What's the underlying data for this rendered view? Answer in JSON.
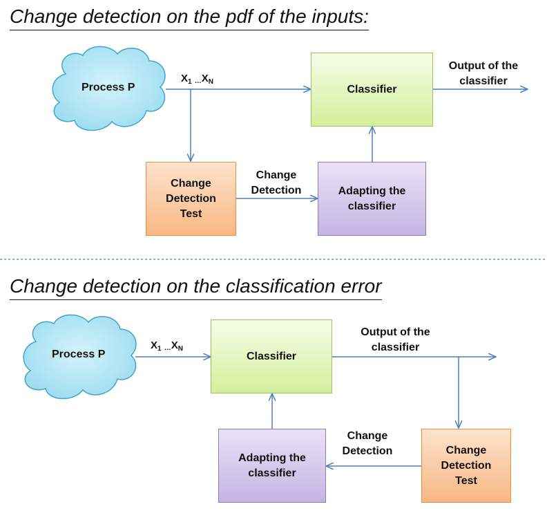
{
  "top": {
    "heading": "Change detection on the pdf of the inputs:",
    "process_label": "Process P",
    "input": {
      "x": "X",
      "sub1": "1",
      "dots": "…",
      "sub2": "N"
    },
    "classifier": "Classifier",
    "output_label": [
      "Output of the",
      "classifier"
    ],
    "cdt": [
      "Change",
      "Detection",
      "Test"
    ],
    "arrow_label": [
      "Change",
      "Detection"
    ],
    "adapting": [
      "Adapting the",
      "classifier"
    ]
  },
  "bottom": {
    "heading": "Change detection on the classification error",
    "process_label": "Process P",
    "input": {
      "x": "X",
      "sub1": "1",
      "dots": "…",
      "sub2": "N"
    },
    "classifier": "Classifier",
    "output_label": [
      "Output of the",
      "classifier"
    ],
    "cdt": [
      "Change",
      "Detection",
      "Test"
    ],
    "arrow_label": [
      "Change",
      "Detection"
    ],
    "adapting": [
      "Adapting the",
      "classifier"
    ]
  },
  "colors": {
    "arrow": "#4a7ebb",
    "divider": "#4a7ebb",
    "cloud_fill": "#a9e4f4",
    "cloud_stroke": "#3fa6c8"
  }
}
